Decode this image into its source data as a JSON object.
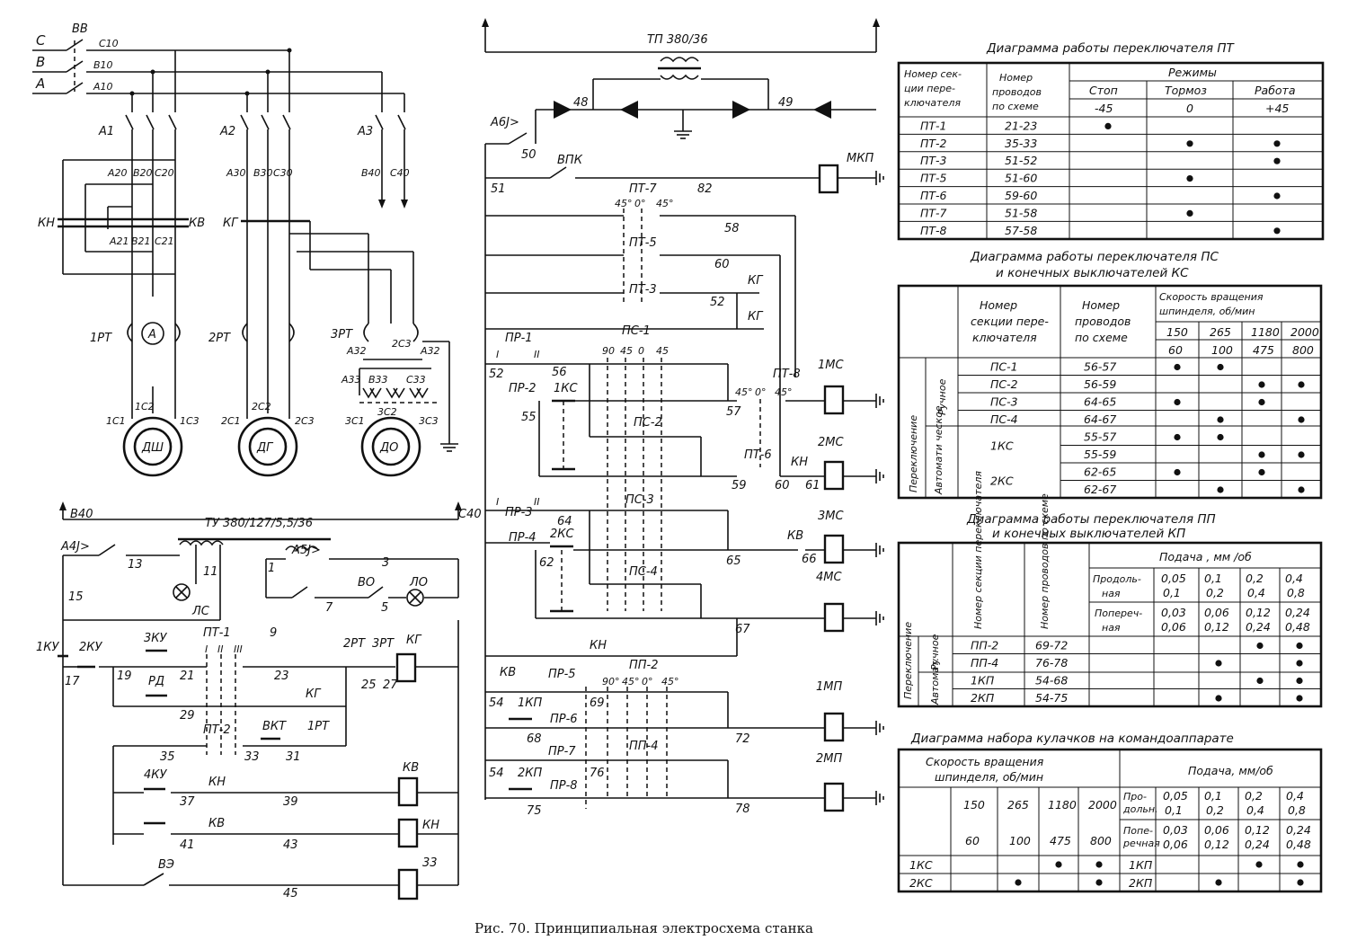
{
  "caption": "Рис. 70. Принципиальная электросхема станка",
  "power": {
    "phases": [
      "C",
      "B",
      "A"
    ],
    "switch": "ВВ",
    "bus": [
      "C10",
      "B10",
      "A10"
    ],
    "sw_a1": "A1",
    "sw_a2": "A2",
    "sw_a3": "A3",
    "out_b40": "B40",
    "out_c40": "C40",
    "kn": "КН",
    "kv": "КВ",
    "kg": "КГ",
    "a20": "A20",
    "b20": "B20",
    "c20": "C20",
    "a21": "A21",
    "b21": "B21",
    "c21": "C21",
    "a30": "A30",
    "b30": "B30",
    "c30": "C30",
    "rt1": "1РТ",
    "rt2": "2РТ",
    "rt3": "3РТ",
    "ammeter": "A",
    "m1": "ДШ",
    "m2": "ДГ",
    "m3": "ДО",
    "m1t": [
      "1C1",
      "1C2",
      "1C3"
    ],
    "m2t": [
      "2C1",
      "2C2",
      "2C3"
    ],
    "m3t": [
      "3C1",
      "3C2",
      "3C3"
    ],
    "a32": "A32",
    "a33": "A33",
    "b33": "B33",
    "c33": "C33",
    "c32": "2C3"
  },
  "control": {
    "b40": "B40",
    "c40": "C40",
    "tu": "ТУ 380/127/5,5/36",
    "a4": "A4J>",
    "a5": "A5J>",
    "ls": "ЛС",
    "vo": "ВО",
    "lo": "ЛО",
    "ku1": "1КУ",
    "ku2": "2КУ",
    "ku3": "3КУ",
    "ku4": "4КУ",
    "rd": "РД",
    "pt1": "ПТ-1",
    "pt2": "ПТ-2",
    "roman": [
      "I",
      "II",
      "III"
    ],
    "rt2": "2РТ",
    "rt3": "3РТ",
    "kg": "КГ",
    "rt1": "1РТ",
    "vkt": "ВКТ",
    "kn": "КН",
    "kv": "КВ",
    "ve": "ВЭ",
    "e33": "33",
    "wires": [
      "15",
      "13",
      "11",
      "9",
      "1",
      "3",
      "7",
      "5",
      "17",
      "19",
      "21",
      "23",
      "25",
      "27",
      "29",
      "35",
      "33",
      "31",
      "37",
      "39",
      "41",
      "43",
      "45"
    ]
  },
  "mid": {
    "tp": "ТП 380/36",
    "n48": "48",
    "n49": "49",
    "a6": "A6J>",
    "n50": "50",
    "vpk": "ВПК",
    "mkp": "МКП",
    "n51": "51",
    "n82": "82",
    "pt7": "ПТ-7",
    "pt5": "ПТ-5",
    "pt3": "ПТ-3",
    "pt8": "ПТ-8",
    "pt6": "ПТ-6",
    "angles": [
      "45°",
      "0°",
      "45°"
    ],
    "n58": "58",
    "n60": "60",
    "n52": "52",
    "kg": "КГ",
    "pr1": "ПР-1",
    "pr2": "ПР-2",
    "pr3": "ПР-3",
    "pr4": "ПР-4",
    "pr5": "ПР-5",
    "pr6": "ПР-6",
    "pr7": "ПР-7",
    "pr8": "ПР-8",
    "ps1": "ПС-1",
    "ps2": "ПС-2",
    "ps3": "ПС-3",
    "ps4": "ПС-4",
    "pp2": "ПП-2",
    "pp4": "ПП-4",
    "ks1": "1КС",
    "ks2": "2КС",
    "kp1": "1КП",
    "kp2": "2КП",
    "ms1": "1МС",
    "ms2": "2МС",
    "ms3": "3МС",
    "ms4": "4МС",
    "mp1": "1МП",
    "mp2": "2МП",
    "kn": "КН",
    "kv": "КВ",
    "roman": [
      "I",
      "II"
    ],
    "ps_angles": [
      "90",
      "45",
      "0",
      "45"
    ],
    "pp_angles": [
      "90°",
      "45°",
      "0°",
      "45°"
    ],
    "wires": [
      "52",
      "56",
      "55",
      "57",
      "59",
      "60",
      "61",
      "64",
      "62",
      "65",
      "66",
      "67",
      "54",
      "69",
      "68",
      "72",
      "76",
      "75",
      "78"
    ]
  },
  "tables": {
    "pt": {
      "title": "Диаграмма работы переключателя ПТ",
      "h_sec": "Номер секции переключателя",
      "h_wire": "Номер проводов по схеме",
      "h_modes": "Режимы",
      "modes": [
        "Стоп",
        "Тормоз",
        "Работа"
      ],
      "angles": [
        "-45",
        "0",
        "+45"
      ],
      "rows": [
        {
          "sec": "ПТ-1",
          "wire": "21-23",
          "dots": [
            1,
            0,
            0
          ]
        },
        {
          "sec": "ПТ-2",
          "wire": "35-33",
          "dots": [
            0,
            1,
            1
          ]
        },
        {
          "sec": "ПТ-3",
          "wire": "51-52",
          "dots": [
            0,
            0,
            1
          ]
        },
        {
          "sec": "ПТ-5",
          "wire": "51-60",
          "dots": [
            0,
            1,
            0
          ]
        },
        {
          "sec": "ПТ-6",
          "wire": "59-60",
          "dots": [
            0,
            0,
            1
          ]
        },
        {
          "sec": "ПТ-7",
          "wire": "51-58",
          "dots": [
            0,
            1,
            0
          ]
        },
        {
          "sec": "ПТ-8",
          "wire": "57-58",
          "dots": [
            0,
            0,
            1
          ]
        }
      ]
    },
    "ps": {
      "title1": "Диаграмма работы переключателя ПС",
      "title2": "и конечных выключателей КС",
      "h_sec": "Номер секции переключателя",
      "h_wire": "Номер проводов по схеме",
      "h_speed": "Скорость вращения шпинделя, об/мин",
      "speeds_top": [
        "150",
        "265",
        "1180",
        "2000"
      ],
      "speeds_bot": [
        "60",
        "100",
        "475",
        "800"
      ],
      "v_switch": "Переключение",
      "v_manual": "Ручное",
      "v_auto": "Автомати ческое",
      "rows": [
        {
          "sec": "ПС-1",
          "wire": "56-57",
          "dots": [
            1,
            1,
            0,
            0
          ]
        },
        {
          "sec": "ПС-2",
          "wire": "56-59",
          "dots": [
            0,
            0,
            1,
            1
          ]
        },
        {
          "sec": "ПС-3",
          "wire": "64-65",
          "dots": [
            1,
            0,
            1,
            0
          ]
        },
        {
          "sec": "ПС-4",
          "wire": "64-67",
          "dots": [
            0,
            1,
            0,
            1
          ]
        },
        {
          "sec": "1КС",
          "wire": "55-57",
          "dots": [
            1,
            1,
            0,
            0
          ]
        },
        {
          "sec": "",
          "wire": "55-59",
          "dots": [
            0,
            0,
            1,
            1
          ]
        },
        {
          "sec": "2КС",
          "wire": "62-65",
          "dots": [
            1,
            0,
            1,
            0
          ]
        },
        {
          "sec": "",
          "wire": "62-67",
          "dots": [
            0,
            1,
            0,
            1
          ]
        }
      ]
    },
    "pp": {
      "title1": "Диаграмма работы переключателя ПП",
      "title2": "и конечных выключателей КП",
      "h_sec": "Номер секции переключателя",
      "h_wire": "Номер проводов по схеме",
      "h_feed": "Подача , мм /об",
      "long": "Продольная",
      "cross": "Поперечная",
      "long_top": [
        "0,05",
        "0,1",
        "0,2",
        "0,4"
      ],
      "long_bot": [
        "0,1",
        "0,2",
        "0,4",
        "0,8"
      ],
      "cross_top": [
        "0,03",
        "0,06",
        "0,12",
        "0,24"
      ],
      "cross_bot": [
        "0,06",
        "0,12",
        "0,24",
        "0,48"
      ],
      "v_switch": "Переключение",
      "v_manual": "Ручное",
      "v_auto": "Автомат.",
      "rows": [
        {
          "sec": "ПП-2",
          "wire": "69-72",
          "dots": [
            0,
            0,
            1,
            1
          ]
        },
        {
          "sec": "ПП-4",
          "wire": "76-78",
          "dots": [
            0,
            1,
            0,
            1
          ]
        },
        {
          "sec": "1КП",
          "wire": "54-68",
          "dots": [
            0,
            0,
            1,
            1
          ]
        },
        {
          "sec": "2КП",
          "wire": "54-75",
          "dots": [
            0,
            1,
            0,
            1
          ]
        }
      ]
    },
    "cam": {
      "title": "Диаграмма набора кулачков на командоаппарате",
      "h_speed": "Скорость вращения шпинделя, об/мин",
      "h_feed": "Подача, мм/об",
      "speeds_top": [
        "150",
        "265",
        "1180",
        "2000"
      ],
      "speeds_bot": [
        "60",
        "100",
        "475",
        "800"
      ],
      "long": "Продольн.",
      "cross": "Поперечная",
      "long_top": [
        "0,05",
        "0,1",
        "0,2",
        "0,4"
      ],
      "long_bot": [
        "0,1",
        "0,2",
        "0,4",
        "0,8"
      ],
      "cross_top": [
        "0,03",
        "0,06",
        "0,12",
        "0,24"
      ],
      "cross_bot": [
        "0,06",
        "0,12",
        "0,24",
        "0,48"
      ],
      "rows": [
        {
          "left": "1КС",
          "ldots": [
            0,
            0,
            1,
            1
          ],
          "right": "1КП",
          "rdots": [
            0,
            0,
            1,
            1
          ]
        },
        {
          "left": "2КС",
          "ldots": [
            0,
            1,
            0,
            1
          ],
          "right": "2КП",
          "rdots": [
            0,
            1,
            0,
            1
          ]
        }
      ]
    }
  }
}
